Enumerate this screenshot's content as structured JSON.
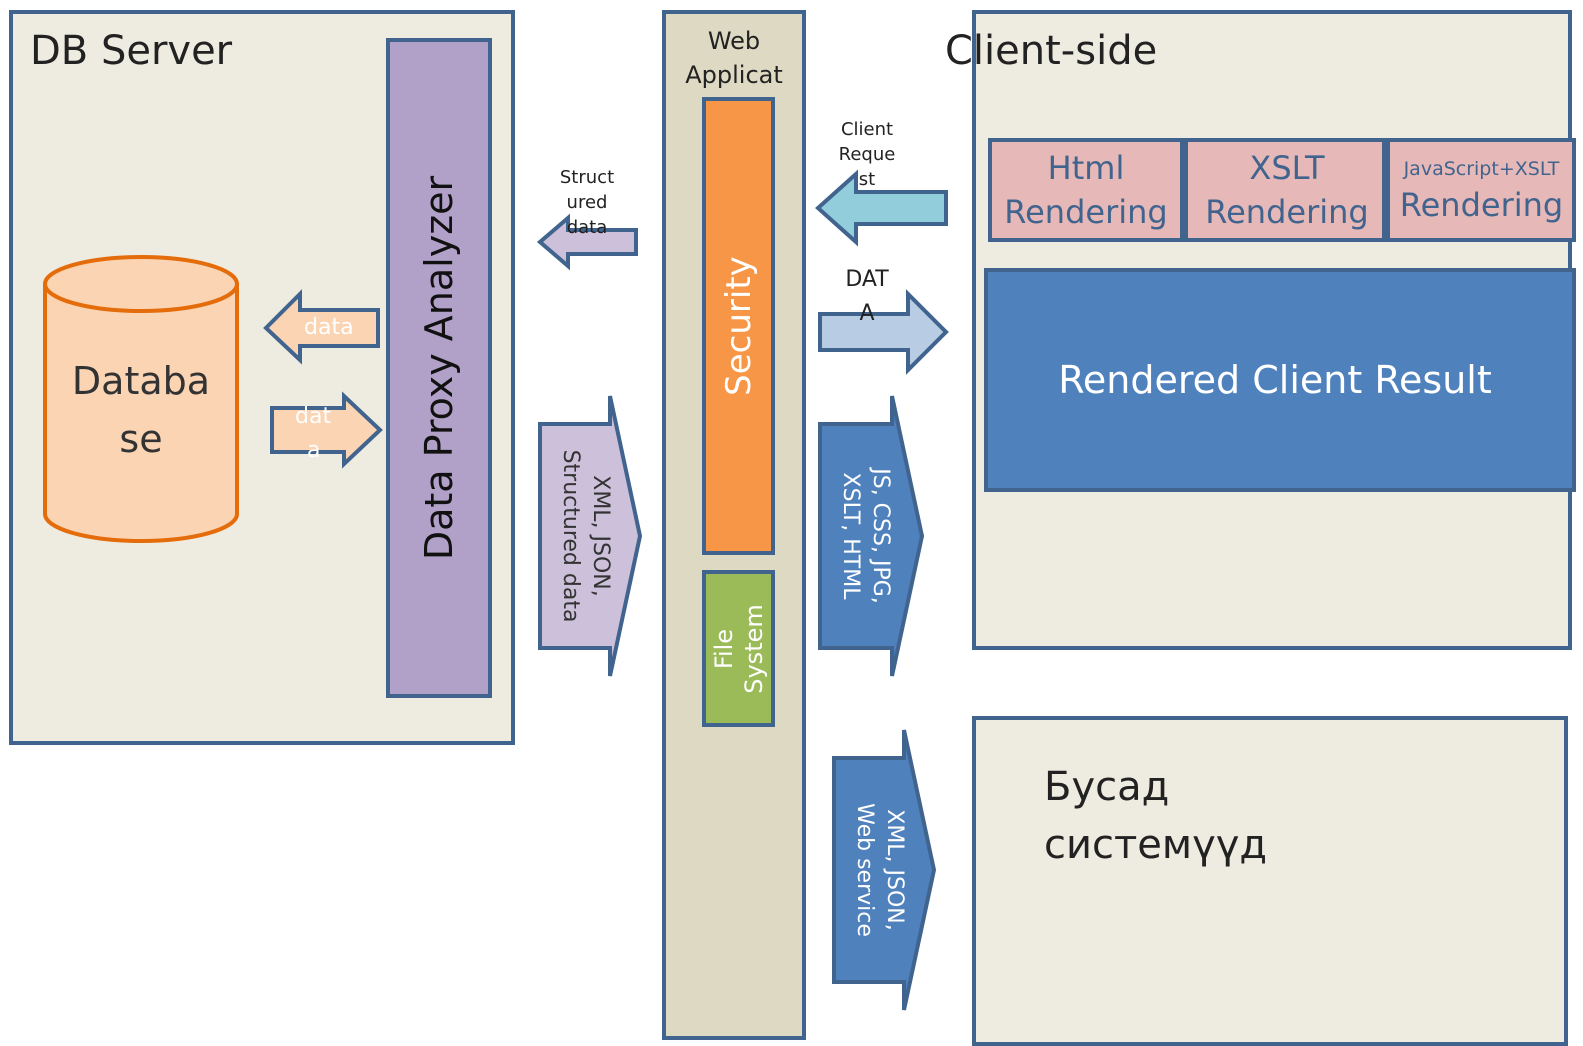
{
  "db_server": {
    "title": "DB Server",
    "proxy_label": "Data Proxy Analyzer",
    "database_label_line1": "Databa",
    "database_label_line2": "se",
    "arrow_left_label": "data",
    "arrow_right_label_line1": "dat",
    "arrow_right_label_line2": "a"
  },
  "web_app": {
    "title_line1": "Web",
    "title_line2": "Applicat",
    "security_label": "Security",
    "file_system_line1": "File",
    "file_system_line2": "System"
  },
  "client_side": {
    "title": "Client-side",
    "html_rendering_line1": "Html",
    "html_rendering_line2": "Rendering",
    "xslt_rendering_line1": "XSLT",
    "xslt_rendering_line2": "Rendering",
    "js_rendering_line1": "JavaScript+XSLT",
    "js_rendering_line2": "Rendering",
    "rendered_result": "Rendered Client Result"
  },
  "other_systems": {
    "line1": "Бусад",
    "line2": "системүүд"
  },
  "arrows": {
    "structured_data_line1": "Struct",
    "structured_data_line2": "ured",
    "structured_data_line3": "data",
    "client_request_line1": "Client",
    "client_request_line2": "Reque",
    "client_request_line3": "st",
    "data_line1": "DAT",
    "data_line2": "A",
    "xml_json_structured_line1": "XML, JSON,",
    "xml_json_structured_line2": "Structured data",
    "js_css_line1": "JS, CSS, JPG,",
    "js_css_line2": "XSLT, HTML",
    "xml_json_ws_line1": "XML, JSON,",
    "xml_json_ws_line2": "Web service"
  },
  "colors": {
    "panel_fill": "#eeece1",
    "panel_border": "#41648f",
    "proxy_fill": "#b1a0c7",
    "database_fill": "#fbd4b4",
    "database_border": "#e46c0a",
    "security_fill": "#f79646",
    "file_system_fill": "#9bbb59",
    "rendering_fill": "#e6b8b7",
    "result_fill": "#4f81bd",
    "web_app_fill": "#ddd9c3"
  }
}
